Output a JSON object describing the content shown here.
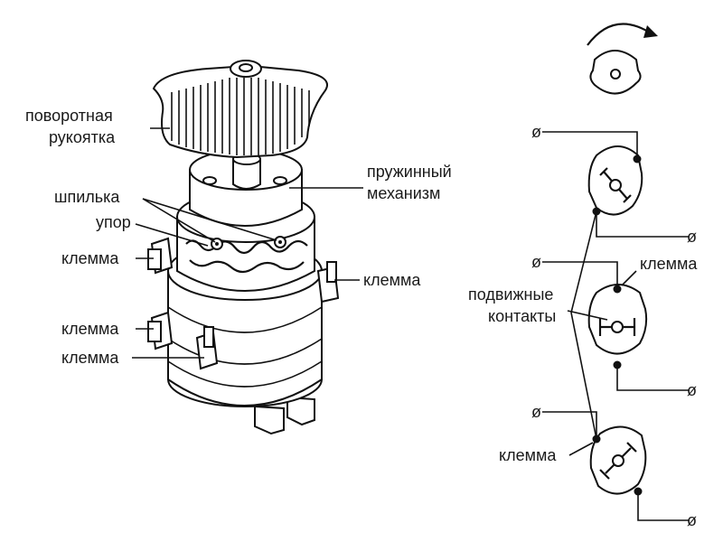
{
  "labels": {
    "handle_line1": "поворотная",
    "handle_line2": "рукоятка",
    "spring_line1": "пружинный",
    "spring_line2": "механизм",
    "pin": "шпилька",
    "stop": "упор",
    "terminal_left_1": "клемма",
    "terminal_left_2": "клемма",
    "terminal_left_3": "клемма",
    "terminal_right": "клемма",
    "terminal_schematic_top": "клемма",
    "moving_line1": "подвижные",
    "moving_line2": "контакты",
    "terminal_schematic_bottom": "клемма"
  },
  "terminal_symbol": "ø"
}
